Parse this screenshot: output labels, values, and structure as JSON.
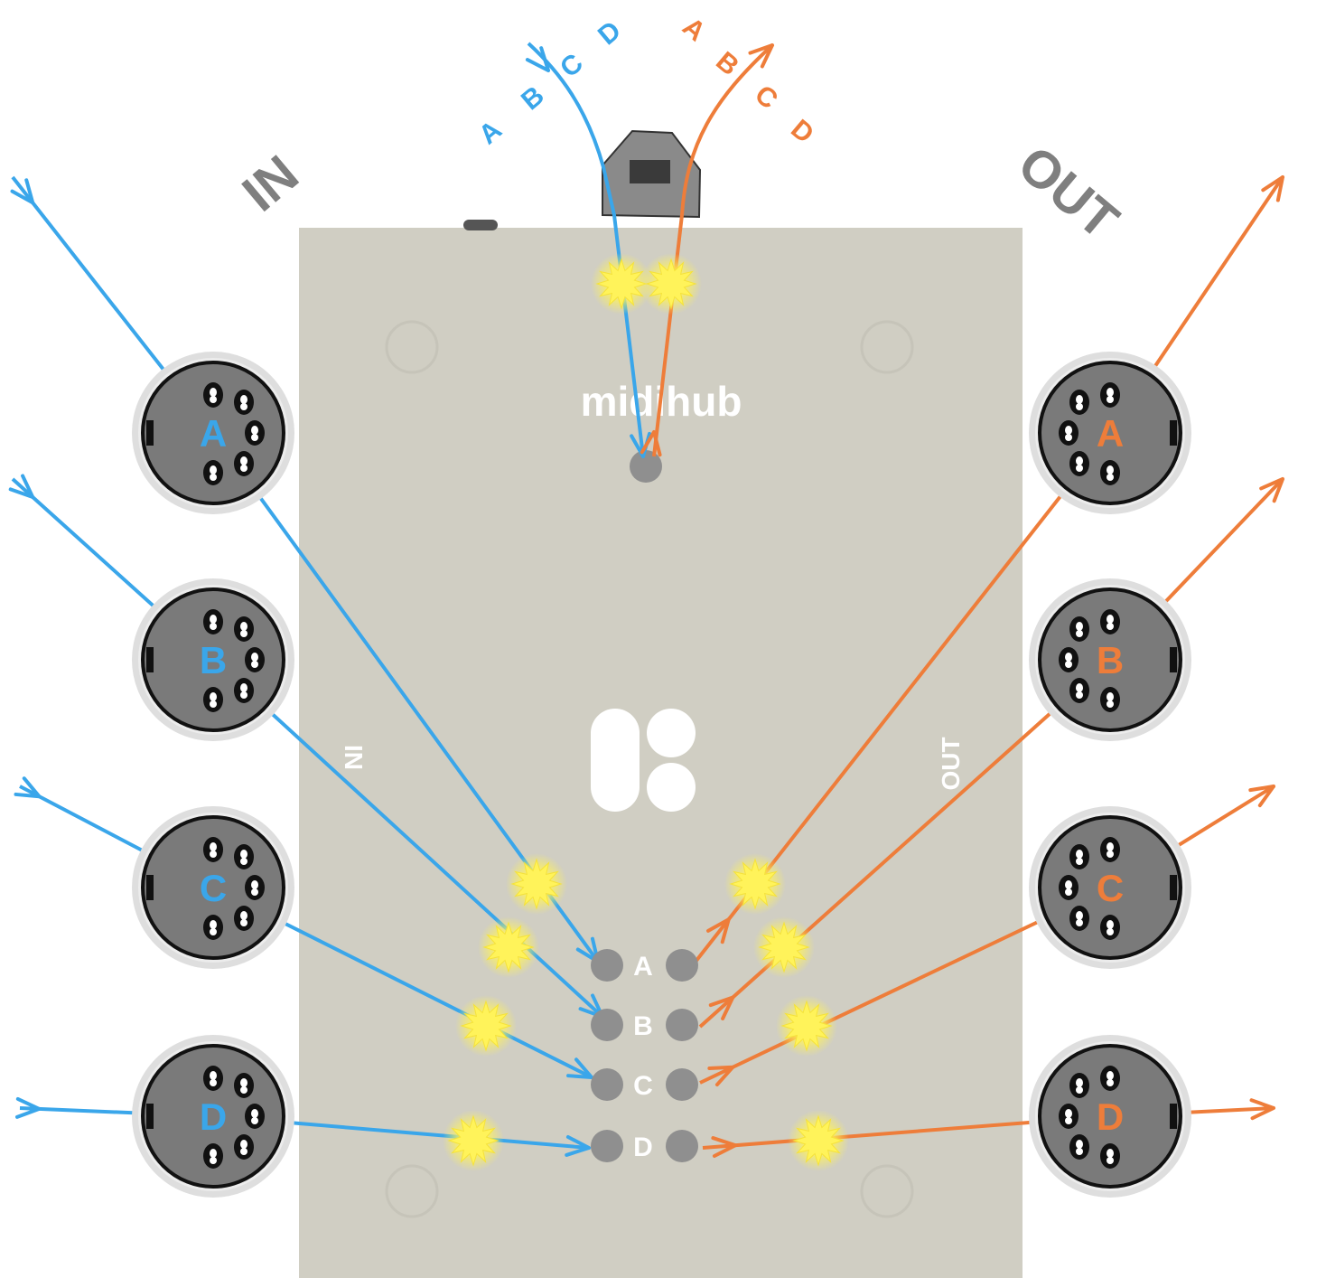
{
  "device": {
    "name": "midihub",
    "panel_in_label": "IN",
    "panel_out_label": "OUT"
  },
  "headings": {
    "in": "IN",
    "out": "OUT"
  },
  "ports": [
    "A",
    "B",
    "C",
    "D"
  ],
  "usb": {
    "in_letters": [
      "A",
      "B",
      "C",
      "D"
    ],
    "out_letters": [
      "A",
      "B",
      "C",
      "D"
    ]
  },
  "colors": {
    "in_signal": "#3aa6ea",
    "out_signal": "#ee7d3a",
    "panel": "#d0cec3",
    "led": "#fff35a",
    "jack_gray": "#7a7a7a",
    "heading_gray": "#7f7f7f"
  }
}
